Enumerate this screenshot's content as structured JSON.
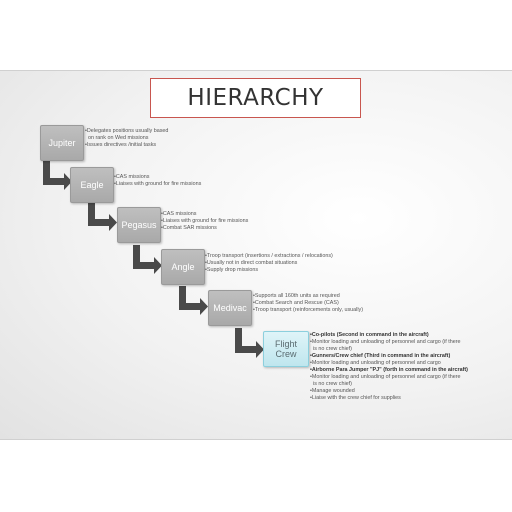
{
  "title": "HIERARCHY",
  "levels": [
    {
      "label": "Jupiter",
      "bullets": [
        "•Delegates positions usually based",
        "  on rank on Wed missions",
        "•Issues directives /initial tasks"
      ]
    },
    {
      "label": "Eagle",
      "bullets": [
        "•CAS missions",
        "•Liaises with ground for fire missions"
      ]
    },
    {
      "label": "Pegasus",
      "bullets": [
        "•CAS missions",
        "•Liaises with ground for fire missions",
        "•Combat SAR missions"
      ]
    },
    {
      "label": "Angle",
      "bullets": [
        "•Troop transport (insertions / extractions / relocations)",
        "•Usually not in direct combat situations",
        "•Supply drop missions"
      ]
    },
    {
      "label": "Medivac",
      "bullets": [
        "•Supports all 160th units as required",
        "•Combat Search and Rescue (CAS)",
        "•Troop transport (reinforcements only, usually)"
      ]
    },
    {
      "label": "Flight Crew",
      "bullets": [
        "•Co-pilots (Second in command in the aircraft)",
        "•Monitor loading and unloading of personnel and cargo (if there",
        "  is no crew chief)",
        "•Gunners/Crew chief (Third in command in the aircraft)",
        "•Monitor loading and unloading of personnel and cargo",
        "•Airborne Para Jumper \"PJ\" (forth in command in the aircraft)",
        "•Monitor loading and unloading of personnel and cargo (if there",
        "  is no crew chief)",
        "•Manage wounded",
        "•Liaise with the crew chief for supplies"
      ]
    }
  ]
}
